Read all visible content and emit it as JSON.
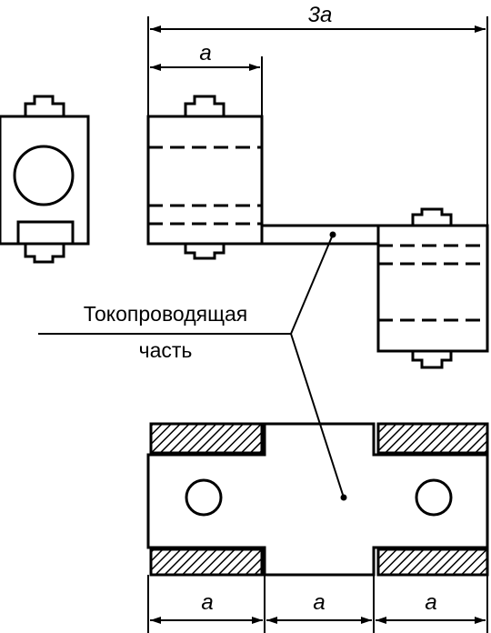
{
  "drawing": {
    "dimensions": {
      "overall_width": "3a",
      "terminal_width": "a",
      "bottom_left": "a",
      "bottom_middle": "a",
      "bottom_right": "a"
    },
    "callout": {
      "line1": "Токопроводящая",
      "line2": "часть"
    },
    "colors": {
      "ink": "#000000",
      "paper": "#ffffff"
    },
    "icons": {
      "hatch": "diagonal-hatch-pattern",
      "hole": "mounting-hole-circle"
    }
  }
}
